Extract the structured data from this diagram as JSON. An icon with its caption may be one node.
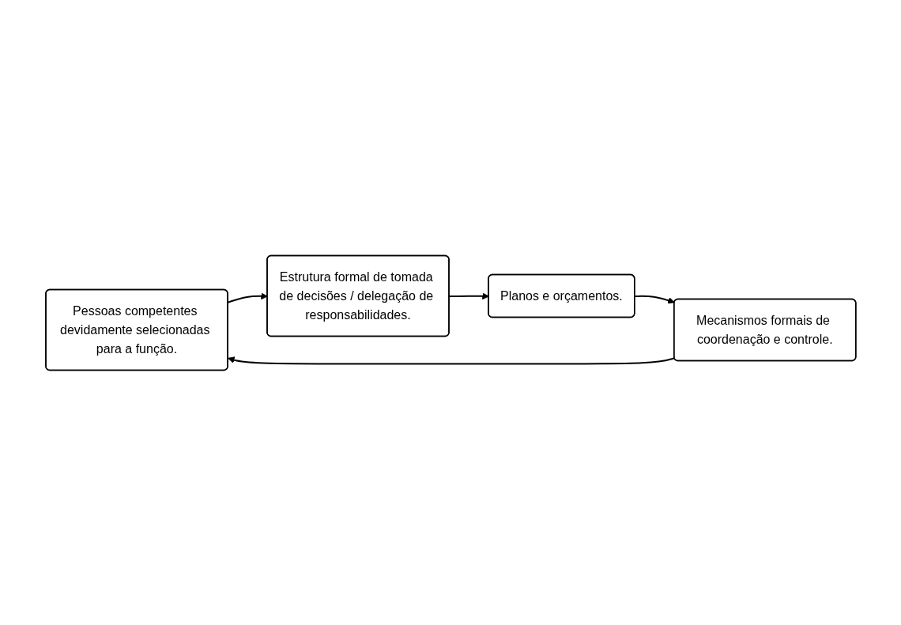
{
  "diagram": {
    "nodes": [
      {
        "text": [
          "Pessoas competentes devidamente selecionadas para a função."
        ]
      },
      {
        "text": [
          "Estrutura formal de tomada de decisões / delegação de responsabilidades."
        ]
      },
      {
        "text": [
          "Planos e orçamentos."
        ]
      },
      {
        "text": [
          "Mecanismos formais de coordenação e controle."
        ]
      }
    ],
    "edges": [
      {
        "from": 0,
        "to": 1,
        "arrow": "to"
      },
      {
        "from": 1,
        "to": 2,
        "arrow": "to"
      },
      {
        "from": 2,
        "to": 3,
        "arrow": "to"
      },
      {
        "from": 3,
        "to": 0,
        "arrow": "to"
      }
    ]
  }
}
